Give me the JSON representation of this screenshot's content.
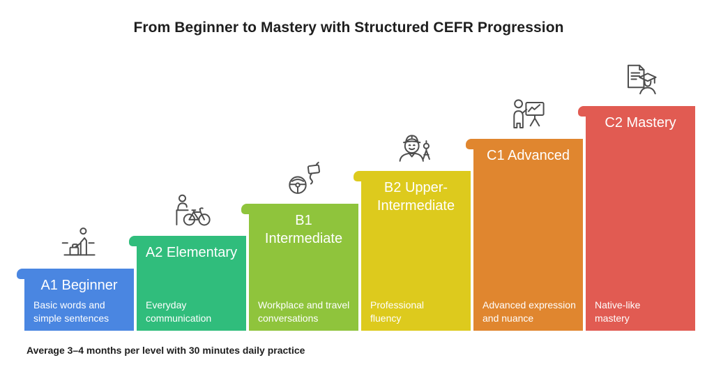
{
  "title": "From Beginner to Mastery with Structured CEFR Progression",
  "footnote": "Average 3–4 months per level with 30 minutes daily practice",
  "icon_color": "#4d4d4d",
  "levels": [
    {
      "code": "A1",
      "label": "A1 Beginner",
      "description": "Basic words and\nsimple sentences",
      "color": "#4a86e1",
      "icon": "traveler-luggage-icon"
    },
    {
      "code": "A2",
      "label": "A2 Elementary",
      "description": "Everyday\ncommunication",
      "color": "#30bd7c",
      "icon": "person-bicycle-icon"
    },
    {
      "code": "B1",
      "label": "B1\nIntermediate",
      "description": "Workplace and travel\nconversations",
      "color": "#8fc43c",
      "icon": "steering-wheel-mirror-icon"
    },
    {
      "code": "B2",
      "label": "B2 Upper-\nIntermediate",
      "description": "Professional\nfluency",
      "color": "#ddca1d",
      "icon": "engineer-surveyor-icon"
    },
    {
      "code": "C1",
      "label": "C1 Advanced",
      "description": "Advanced expression\nand nuance",
      "color": "#e0862f",
      "icon": "presenter-board-icon"
    },
    {
      "code": "C2",
      "label": "C2 Mastery",
      "description": "Native-like\nmastery",
      "color": "#e15b52",
      "icon": "graduate-certificate-icon"
    }
  ]
}
